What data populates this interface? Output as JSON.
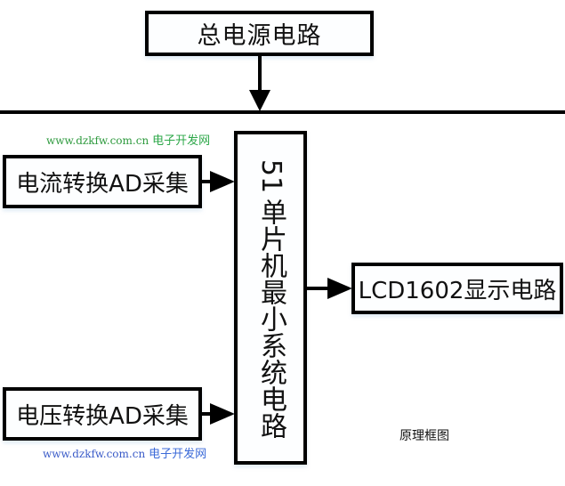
{
  "diagram": {
    "nodes": {
      "power": {
        "label": "总电源电路"
      },
      "current_adc": {
        "label": "电流转换AD采集"
      },
      "voltage_adc": {
        "label": "电压转换AD采集"
      },
      "mcu": {
        "label_number": "51",
        "label_text": "单片机最小系统电路"
      },
      "lcd": {
        "label": "LCD1602显示电路"
      }
    },
    "edges": [
      {
        "from": "power",
        "to": "bus"
      },
      {
        "from": "current_adc",
        "to": "mcu"
      },
      {
        "from": "voltage_adc",
        "to": "mcu"
      },
      {
        "from": "mcu",
        "to": "lcd"
      }
    ],
    "caption": "原理框图"
  },
  "watermarks": [
    {
      "url": "www.dzkfw.com.cn",
      "name": "电子开发网"
    },
    {
      "url": "www.dzkfw.com.cn",
      "name": "电子开发网"
    }
  ],
  "colors": {
    "stroke": "#000000",
    "watermark_green": "#2e9a3e",
    "watermark_blue": "#3a5bc8"
  }
}
